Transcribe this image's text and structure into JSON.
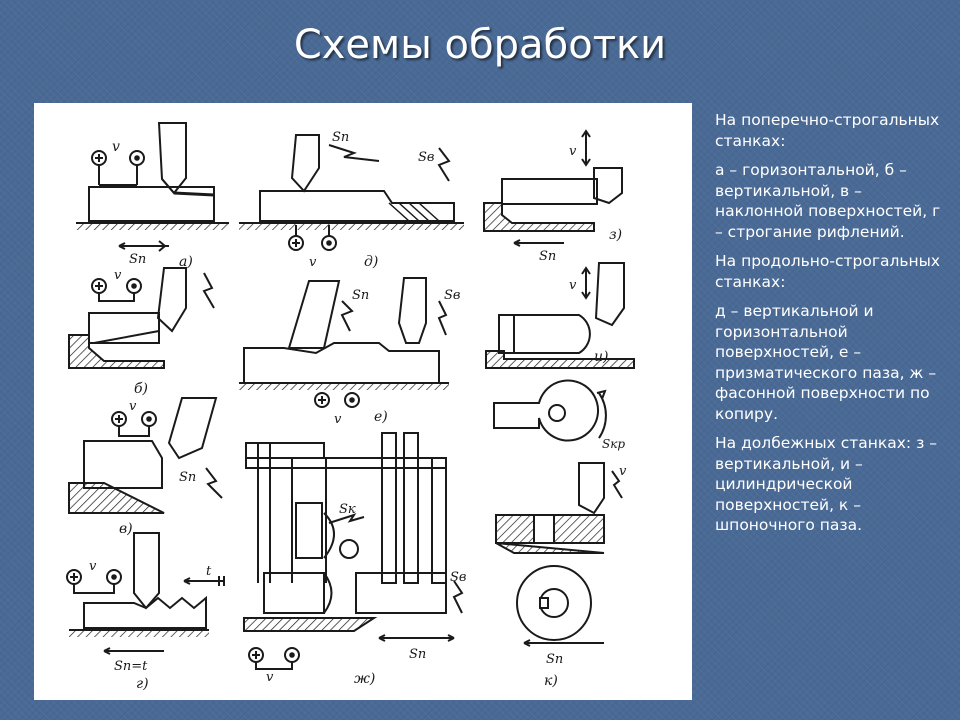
{
  "slide": {
    "title": "Схемы обработки",
    "text_blocks": [
      "На поперечно-строгальных станках:",
      "а – горизонтальной, б – вертикальной, в – наклонной поверхностей, г – строгание рифлений.",
      "На продольно-строгальных станках:",
      "д – вертикальной и горизонтальной поверхностей, е – призматического паза, ж – фасонной поверхности по копиру.",
      "На долбежных станках: з – вертикальной, и – цилиндрической поверхностей, к – шпоночного паза."
    ]
  },
  "diagram": {
    "labels": {
      "a": "а)",
      "b": "б)",
      "v_lbl": "в)",
      "g": "г)",
      "d": "д)",
      "e": "е)",
      "zh": "ж)",
      "z": "з)",
      "i": "и)",
      "k": "к)"
    },
    "symbols": {
      "v": "v",
      "sn": "Sп",
      "sv": "Sв",
      "sk": "Sк",
      "skr": "Sкр",
      "sn_eq_t": "Sп=t",
      "t": "t",
      "plus": "+"
    }
  },
  "colors": {
    "background": "#4a6a96",
    "panel": "#ffffff",
    "ink": "#1a1a1a",
    "text": "#ffffff"
  }
}
